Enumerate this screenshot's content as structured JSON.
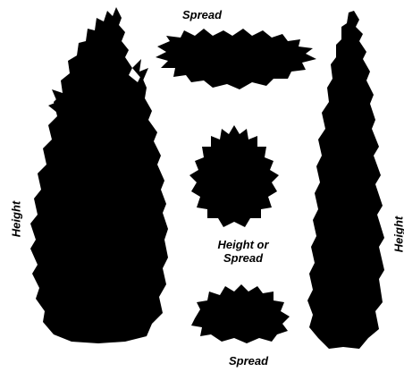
{
  "labels": {
    "spread_top": "Spread",
    "height_or_spread_line1": "Height or",
    "height_or_spread_line2": "Spread",
    "spread_bottom": "Spread",
    "height_left": "Height",
    "height_right": "Height"
  },
  "shrubs": [
    {
      "id": "tall-pyramidal",
      "shape": "pyramidal"
    },
    {
      "id": "spreading",
      "shape": "spreading"
    },
    {
      "id": "globe",
      "shape": "globe"
    },
    {
      "id": "low-mound",
      "shape": "mound"
    },
    {
      "id": "columnar",
      "shape": "columnar"
    }
  ],
  "colors": {
    "foliage": "#000000",
    "background": "#ffffff"
  }
}
